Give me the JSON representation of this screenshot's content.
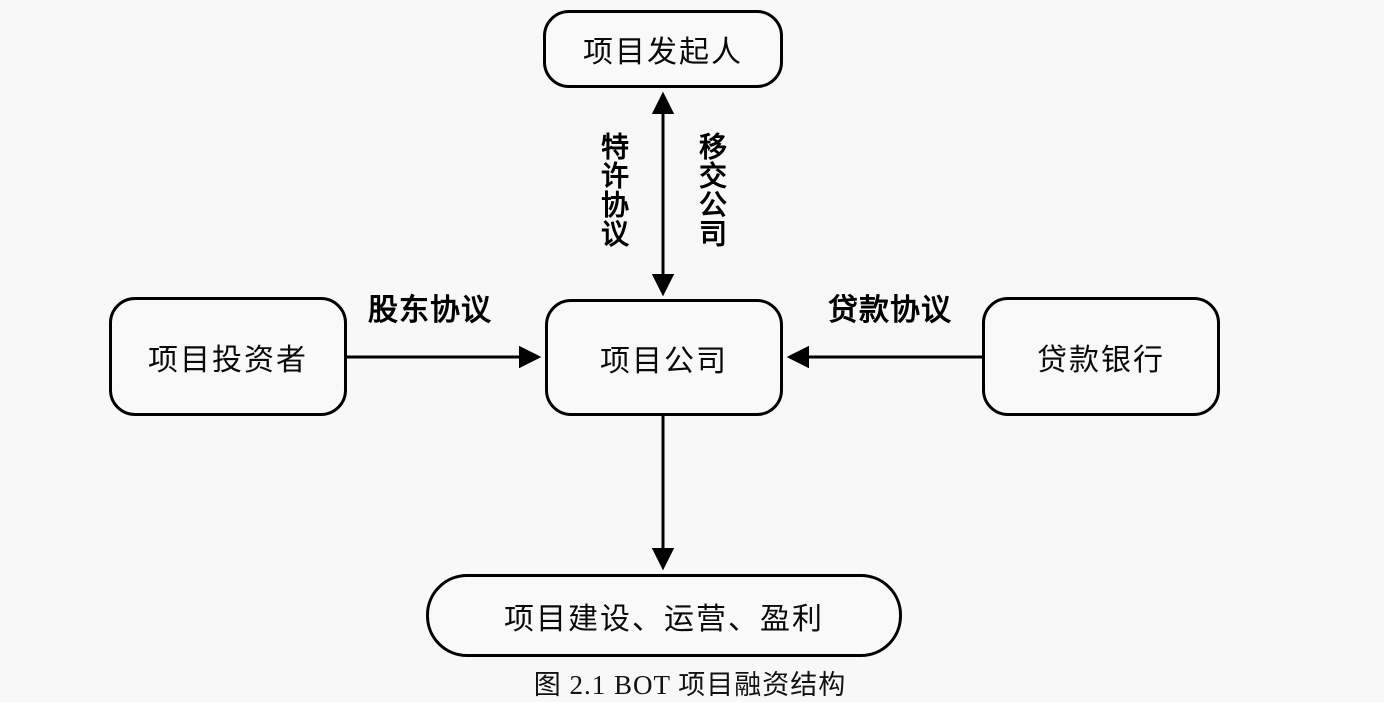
{
  "page": {
    "background_color": "#f8f8f8",
    "line_color": "#000000"
  },
  "nodes": {
    "sponsor": {
      "label": "项目发起人"
    },
    "investor": {
      "label": "项目投资者"
    },
    "company": {
      "label": "项目公司"
    },
    "bank": {
      "label": "贷款银行"
    },
    "operation": {
      "label": "项目建设、运营、盈利"
    }
  },
  "edges": {
    "concession": {
      "label": "特许协议",
      "from": "company",
      "to": "sponsor"
    },
    "transfer": {
      "label": "移交公司",
      "from": "company",
      "to": "sponsor"
    },
    "shareholder": {
      "label": "股东协议",
      "from": "investor",
      "to": "company"
    },
    "loan": {
      "label": "贷款协议",
      "from": "bank",
      "to": "company"
    },
    "operate": {
      "label": "",
      "from": "company",
      "to": "operation"
    }
  },
  "caption": "图 2.1 BOT 项目融资结构"
}
